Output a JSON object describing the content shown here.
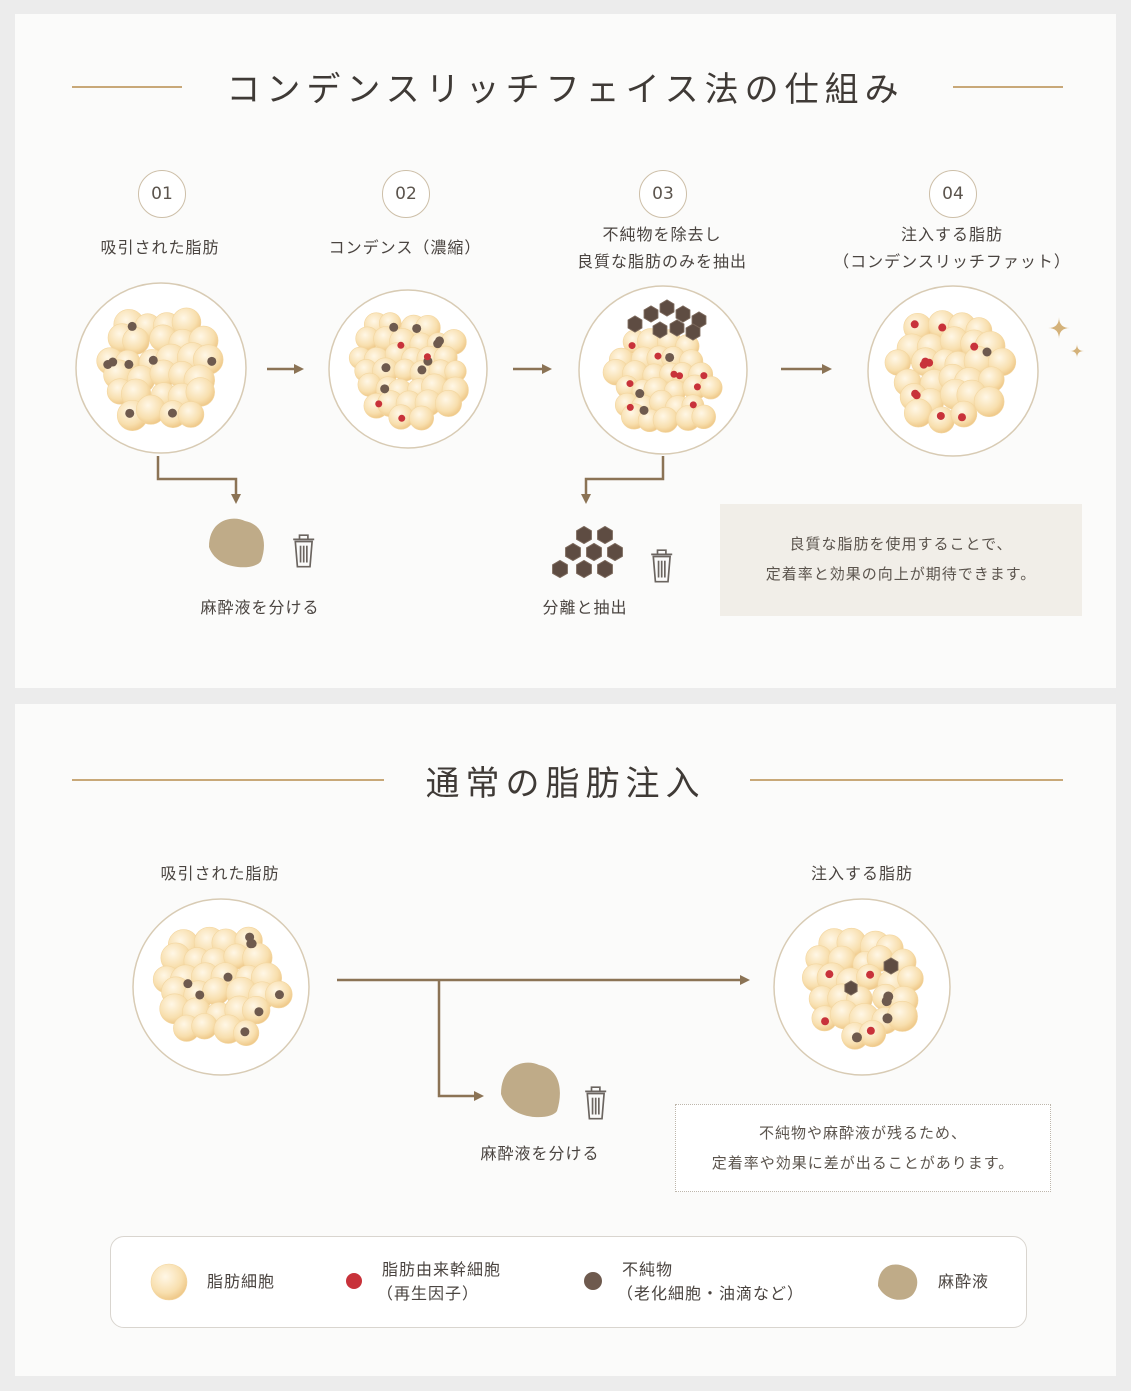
{
  "section1": {
    "title": "コンデンスリッチフェイス法の仕組み",
    "steps": [
      {
        "num": "01",
        "label": "吸引された脂肪"
      },
      {
        "num": "02",
        "label": "コンデンス（濃縮）"
      },
      {
        "num": "03",
        "label_line1": "不純物を除去し",
        "label_line2": "良質な脂肪のみを抽出"
      },
      {
        "num": "04",
        "label_line1": "注入する脂肪",
        "label_line2": "（コンデンスリッチファット）"
      }
    ],
    "discard1_label": "麻酔液を分ける",
    "discard2_label": "分離と抽出",
    "note_line1": "良質な脂肪を使用することで、",
    "note_line2": "定着率と効果の向上が期待できます。"
  },
  "section2": {
    "title": "通常の脂肪注入",
    "left_label": "吸引された脂肪",
    "right_label": "注入する脂肪",
    "discard_label": "麻酔液を分ける",
    "note_line1": "不純物や麻酔液が残るため、",
    "note_line2": "定着率や効果に差が出ることがあります。"
  },
  "legend": {
    "fat_cell": "脂肪細胞",
    "stem_cell_line1": "脂肪由来幹細胞",
    "stem_cell_line2": "（再生因子）",
    "impurity_line1": "不純物",
    "impurity_line2": "（老化細胞・油滴など）",
    "anesthetic": "麻酔液"
  },
  "colors": {
    "fat_cell": "#f6dca8",
    "stem_cell": "#c8323a",
    "impurity": "#6e5a4e",
    "anesthetic": "#bfab88",
    "arrow": "#8b7355",
    "accent_line": "#c8a878"
  }
}
